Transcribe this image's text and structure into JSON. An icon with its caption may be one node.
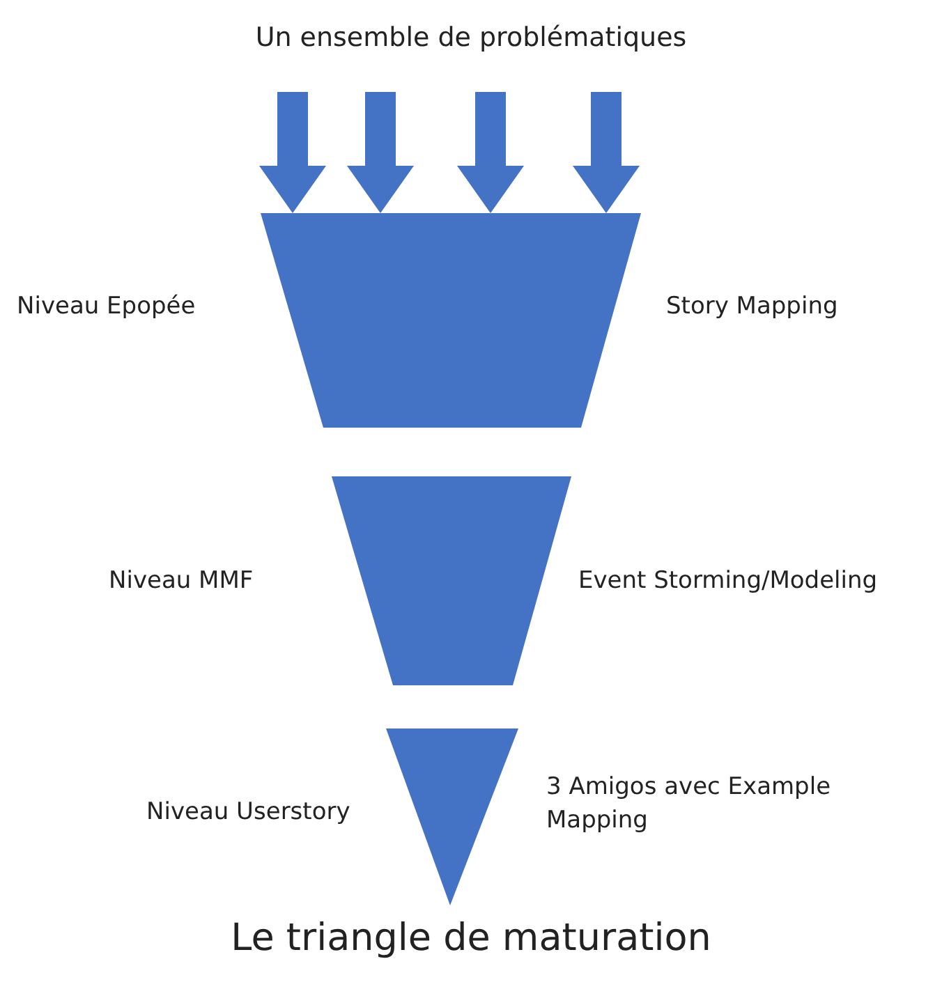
{
  "diagram": {
    "caption": "Le triangle de maturation",
    "nodes": [
      {
        "text": [
          "Un ensemble de problématiques"
        ]
      },
      {
        "text": [],
        "shape": "trapezoid",
        "beside": [
          "Niveau Epopée",
          "Story Mapping"
        ]
      },
      {
        "text": [],
        "shape": "trapezoid",
        "beside": [
          "Niveau MMF",
          "Event Storming/Modeling"
        ]
      },
      {
        "text": [],
        "shape": "triangle",
        "beside": [
          "Niveau Userstory",
          "3 Amigos avec Example Mapping"
        ]
      }
    ],
    "edges": [
      {
        "from": 0,
        "to": 1,
        "arrow": "to"
      },
      {
        "from": 0,
        "to": 1,
        "arrow": "to"
      },
      {
        "from": 0,
        "to": 1,
        "arrow": "to"
      },
      {
        "from": 0,
        "to": 1,
        "arrow": "to"
      }
    ]
  }
}
